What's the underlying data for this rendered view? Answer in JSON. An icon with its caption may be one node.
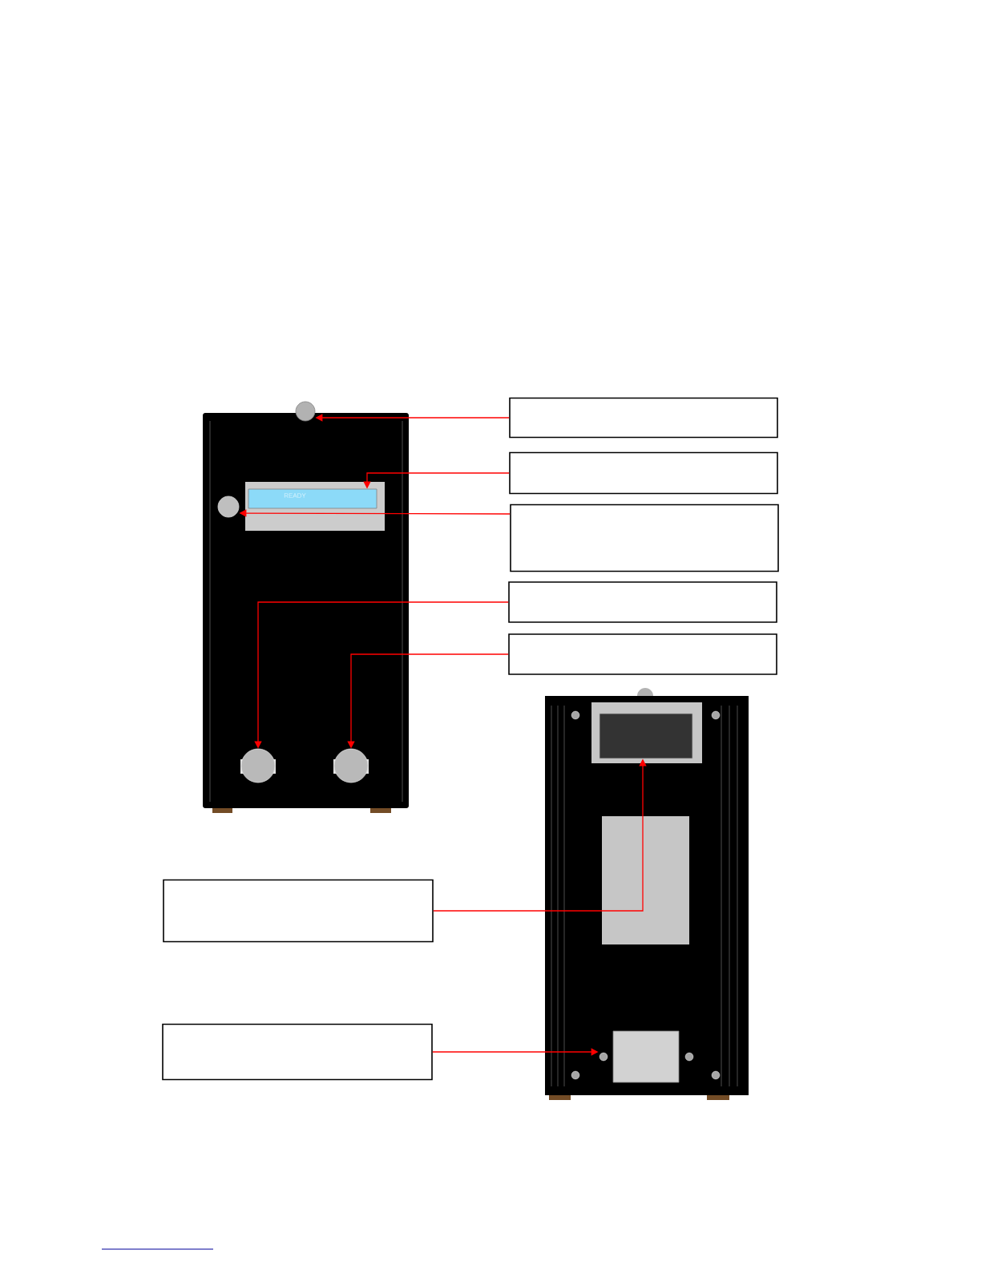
{
  "diagram": {
    "nodes": [
      {
        "text": [],
        "shape": "box"
      },
      {
        "text": [],
        "shape": "box"
      },
      {
        "text": [],
        "shape": "box"
      },
      {
        "text": [],
        "shape": "box"
      },
      {
        "text": [],
        "shape": "box"
      },
      {
        "text": [],
        "shape": "box"
      },
      {
        "text": [],
        "shape": "box"
      },
      {
        "text": [],
        "shape": "circle"
      },
      {
        "text": [],
        "shape": "box"
      },
      {
        "text": [],
        "shape": "circle"
      },
      {
        "text": [],
        "shape": "circle"
      },
      {
        "text": [],
        "shape": "circle"
      },
      {
        "text": [],
        "shape": "box"
      },
      {
        "text": [],
        "shape": "box"
      }
    ],
    "edges": [
      {
        "from": 0,
        "to": 7,
        "arrow": "to"
      },
      {
        "from": 1,
        "to": 8,
        "arrow": "to"
      },
      {
        "from": 2,
        "to": 9,
        "arrow": "to"
      },
      {
        "from": 3,
        "to": 10,
        "arrow": "to"
      },
      {
        "from": 4,
        "to": 11,
        "arrow": "to"
      },
      {
        "from": 5,
        "to": 12,
        "arrow": "to"
      },
      {
        "from": 6,
        "to": 13,
        "arrow": "to"
      }
    ],
    "labels": [
      "READY"
    ]
  }
}
